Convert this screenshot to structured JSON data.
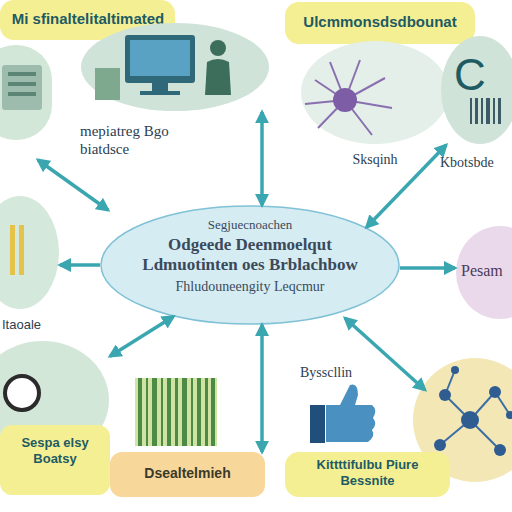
{
  "diagram": {
    "nodes": [
      {
        "text": [
          "Mi sfinaltelitaltimated"
        ]
      },
      {
        "text": [
          "Ulcmmonsdsdbounat"
        ]
      },
      {
        "text": [
          "mepiatreg Bgo biatdsce"
        ]
      },
      {
        "text": [
          "Sksqinh"
        ]
      },
      {
        "text": [
          "C",
          "Kbotsbde"
        ]
      },
      {
        "text": [
          "Itaoale"
        ]
      },
      {
        "text": [
          "Segjuecnoachen",
          "Odgeede Deenmoelqut Ldmuotinten oes Brblachbow",
          "Fhludouneengity Leqcmur"
        ]
      },
      {
        "text": [
          "Pesam"
        ]
      },
      {
        "text": [
          "Sespa elsy Boatsy"
        ]
      },
      {
        "text": [
          "Dsealtelmieh"
        ]
      },
      {
        "text": [
          "Bysscllin"
        ]
      },
      {
        "text": [
          "Kittttifulbu Piure Bessnite"
        ]
      }
    ],
    "edges": [
      {
        "from": 6,
        "to": 2,
        "arrow": "both"
      },
      {
        "from": 6,
        "to": 4,
        "arrow": "both"
      },
      {
        "from": 6,
        "to": 5,
        "arrow": "to"
      },
      {
        "from": 6,
        "to": 7,
        "arrow": "to"
      },
      {
        "from": 6,
        "to": 8,
        "arrow": "both"
      },
      {
        "from": 6,
        "to": 9,
        "arrow": "both"
      }
    ]
  }
}
